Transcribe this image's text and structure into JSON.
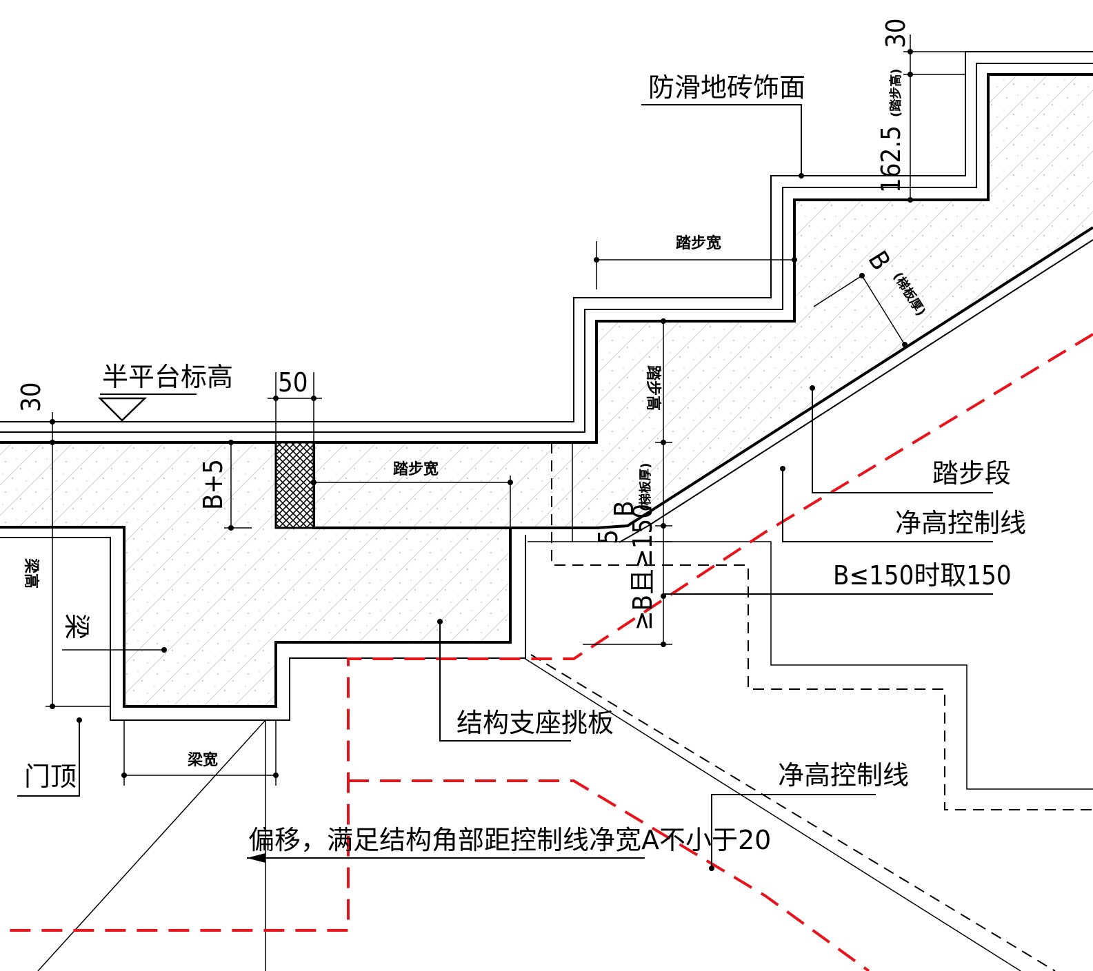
{
  "labels": {
    "anti_slip_tile": "防滑地砖饰面",
    "half_landing_elevation": "半平台标高",
    "tread_width_top": "踏步宽",
    "tread_width_mid": "踏步宽",
    "riser_height": "踏步高",
    "beam_height": "梁高",
    "beam": "梁",
    "beam_width": "梁宽",
    "door_top": "门顶",
    "support_ledge": "结构支座挑板",
    "stair_flight": "踏步段",
    "headroom_line_1": "净高控制线",
    "headroom_line_2": "净高控制线",
    "b_rule": "B≤150时取150",
    "offset_note": "偏移，满足结构角部距控制线净宽A不小于20",
    "slab_b": "B",
    "slab_thk_note": "(梯板厚)",
    "riser_note": "(踏步高)",
    "landing_b": "B",
    "landing_note": "(梯板厚)"
  },
  "dimensions": {
    "top_finish": "30",
    "riser_total": "162.5",
    "left_finish": "30",
    "curb_width": "50",
    "b_plus_5": "B+5",
    "gap_5": "5",
    "b_ge_150": "≥B且≥150"
  },
  "colors": {
    "line": "#000000",
    "control_line": "#e8141c",
    "hatch": "#c8c8c8",
    "speckle": "#d8d8d8"
  }
}
